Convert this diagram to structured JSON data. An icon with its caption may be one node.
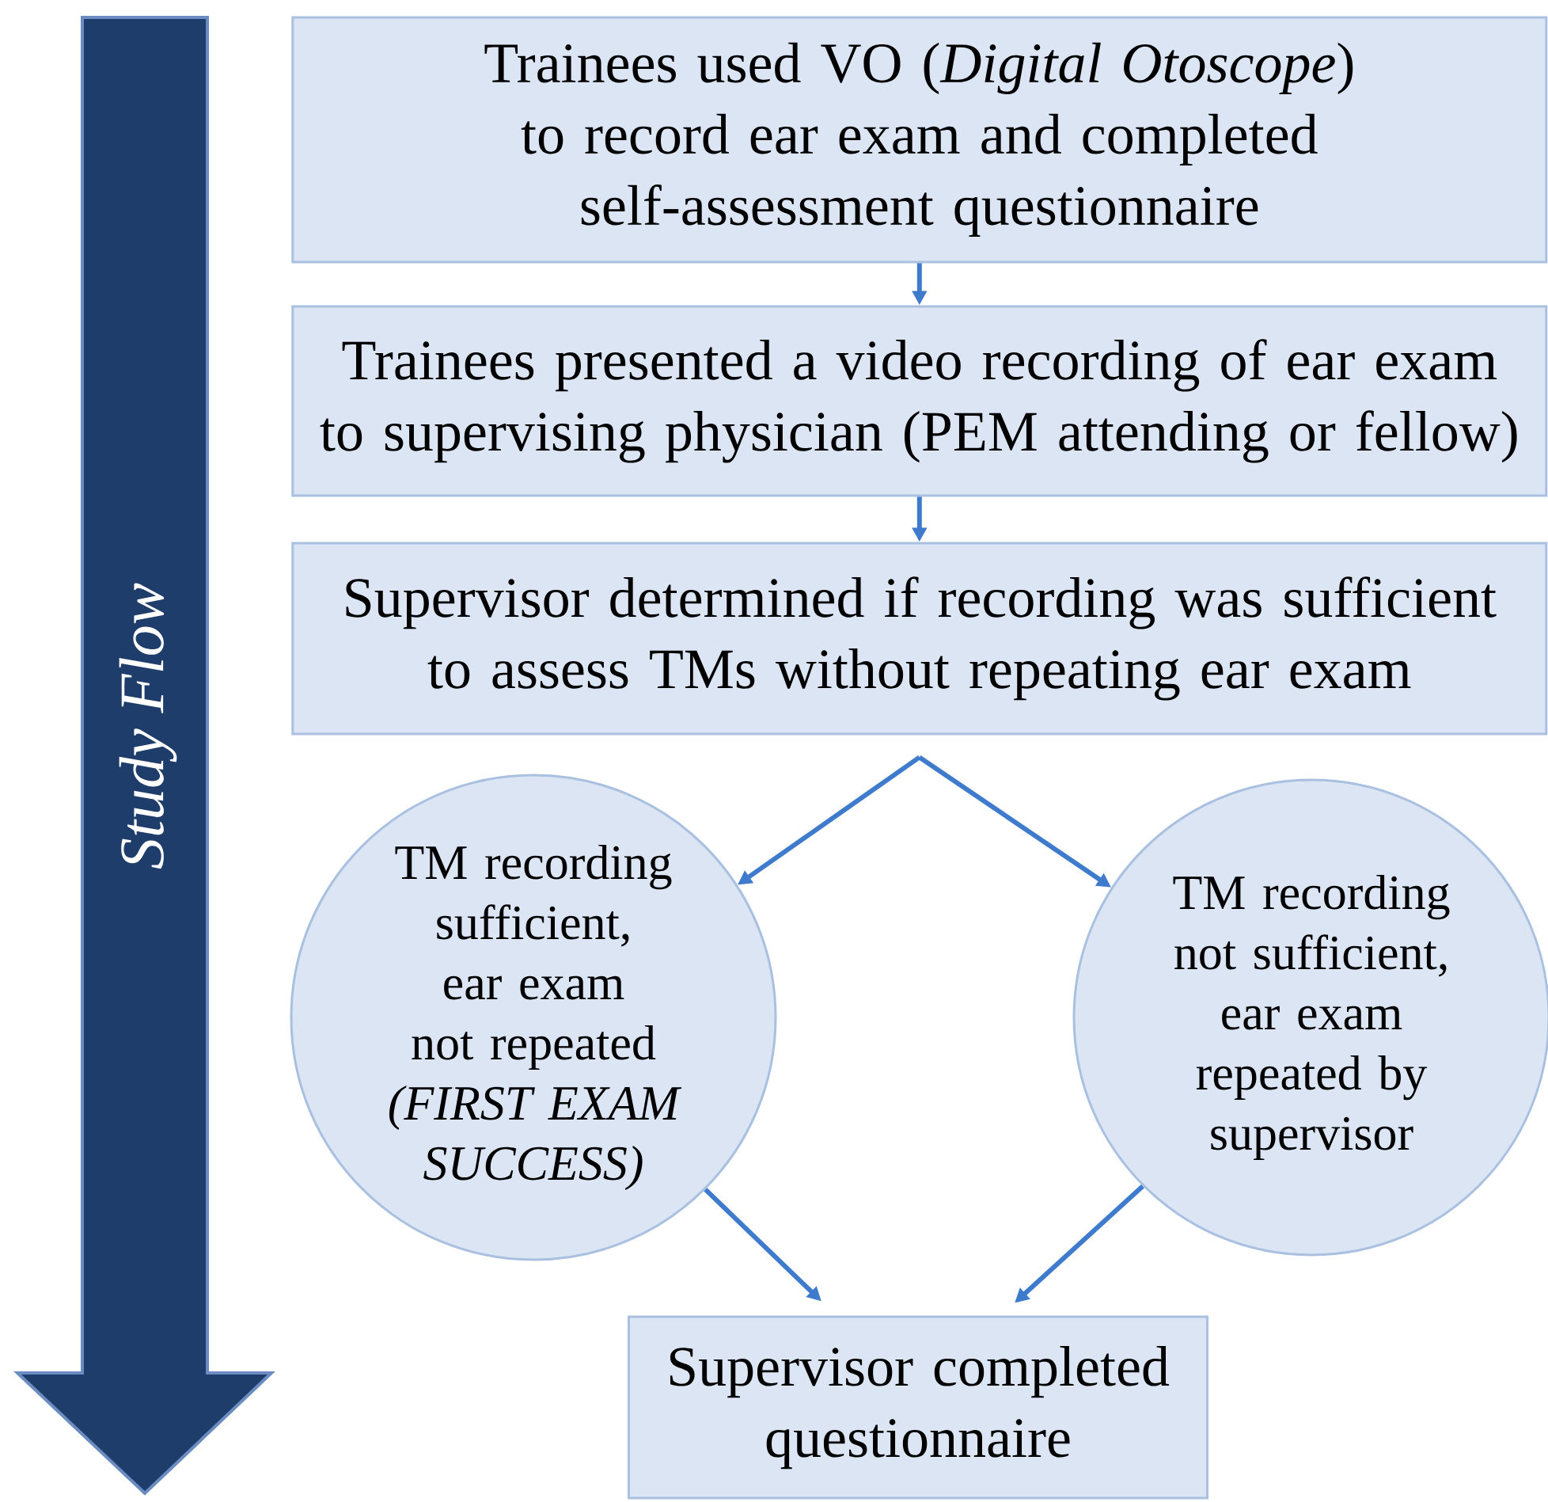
{
  "diagram": {
    "nodes": [
      {
        "text": [
          "Trainees used VO (*Digital Otoscope*) to record ear exam and completed self-assessment questionnaire"
        ]
      },
      {
        "text": [
          "Trainees presented a video recording of ear exam to supervising physician (PEM attending or fellow)"
        ]
      },
      {
        "text": [
          "Supervisor determined if recording was sufficient to assess TMs without repeating ear exam"
        ]
      },
      {
        "text": [
          "TM recording sufficient, ear exam not repeated *(FIRST EXAM SUCCESS)*"
        ]
      },
      {
        "text": [
          "TM recording not sufficient, ear exam repeated by supervisor"
        ]
      },
      {
        "text": [
          "Supervisor completed questionnaire"
        ]
      }
    ],
    "edges": [
      {
        "from": 0,
        "to": 1,
        "arrow": "to"
      },
      {
        "from": 1,
        "to": 2,
        "arrow": "to"
      },
      {
        "from": 2,
        "to": 3,
        "arrow": "to"
      },
      {
        "from": 2,
        "to": 4,
        "arrow": "to"
      },
      {
        "from": 3,
        "to": 5,
        "arrow": "to"
      },
      {
        "from": 4,
        "to": 5,
        "arrow": "to"
      }
    ],
    "labels": [
      "*Study Flow*"
    ]
  }
}
